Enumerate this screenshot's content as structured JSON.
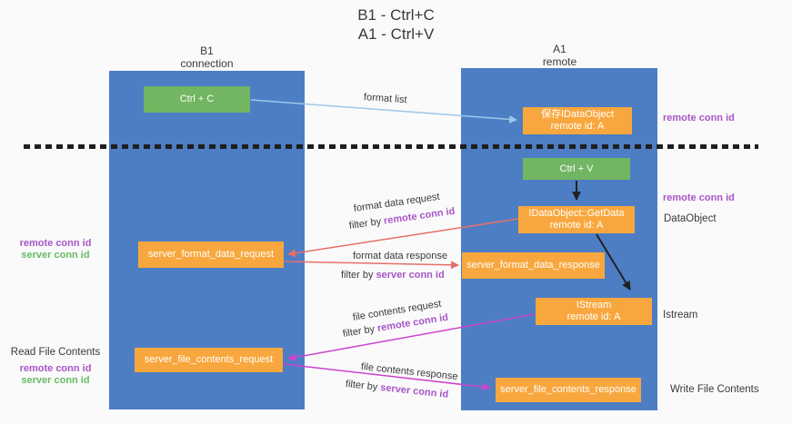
{
  "title": {
    "line1": "B1 - Ctrl+C",
    "line2": "A1 - Ctrl+V"
  },
  "columns": {
    "left": {
      "name": "B1",
      "subtitle": "connection"
    },
    "right": {
      "name": "A1",
      "subtitle": "remote"
    }
  },
  "nodes": {
    "ctrl_c": "Ctrl + C",
    "ctrl_v": "Ctrl + V",
    "save_dataobject": {
      "line1": "保存IDataObject",
      "line2": "remote id: A"
    },
    "getdata": {
      "line1": "IDataObject::GetData",
      "line2": "remote id: A"
    },
    "istream": {
      "line1": "IStream",
      "line2": "remote id: A"
    },
    "format_request": "server_format_data_request",
    "format_response": "server_format_data_response",
    "file_request": "server_file_contents_request",
    "file_response": "server_file_contents_response"
  },
  "arrow_labels": {
    "format_list": "format list",
    "format_data_request": "format data request",
    "format_data_response": "format data response",
    "file_contents_request": "file contents request",
    "file_contents_response": "file contents response",
    "filter_by": "filter by ",
    "remote_conn_id": "remote conn id",
    "server_conn_id": "server conn id"
  },
  "side_labels": {
    "remote_conn_id": "remote conn id",
    "server_conn_id": "server conn id",
    "dataobject": "DataObject",
    "istream": "Istream",
    "read_file_contents": "Read File Contents",
    "write_file_contents": "Write File Contents"
  },
  "colors": {
    "canvas-bg": "#fafafa",
    "column-blue": "#4d7ec4",
    "node-orange": "#f8a73e",
    "node-green": "#72b562",
    "arrow-lightblue": "#9dc7eb",
    "arrow-red": "#e67068",
    "arrow-magenta": "#cc44cc",
    "arrow-black": "#222222",
    "text-dark": "#3a3a3a",
    "conn-purple": "#a855c8",
    "conn-green": "#66bb66"
  }
}
